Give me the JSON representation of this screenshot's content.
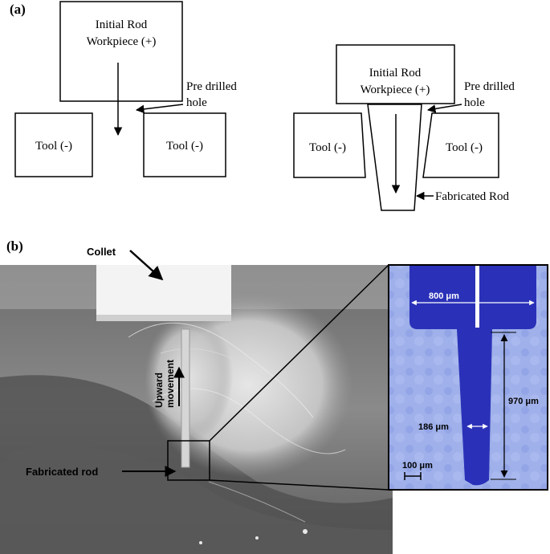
{
  "panel_a": {
    "label": "(a)",
    "left": {
      "workpiece": [
        "Initial Rod",
        "Workpiece (+)"
      ],
      "hole": [
        "Pre drilled",
        "hole"
      ],
      "tool_left": "Tool (-)",
      "tool_right": "Tool (-)"
    },
    "right": {
      "workpiece": [
        "Initial Rod",
        "Workpiece (+)"
      ],
      "hole": [
        "Pre drilled",
        "hole"
      ],
      "tool_left": "Tool (-)",
      "tool_right": "Tool (-)",
      "fabricated": "Fabricated Rod"
    }
  },
  "panel_b": {
    "label": "(b)",
    "collet": "Collet",
    "upward": [
      "Upward",
      "movement"
    ],
    "fabricated_rod": "Fabricated rod",
    "inset": {
      "width_top": "800 μm",
      "length": "970 μm",
      "width_rod": "186 μm",
      "scale": "100 μm"
    }
  }
}
